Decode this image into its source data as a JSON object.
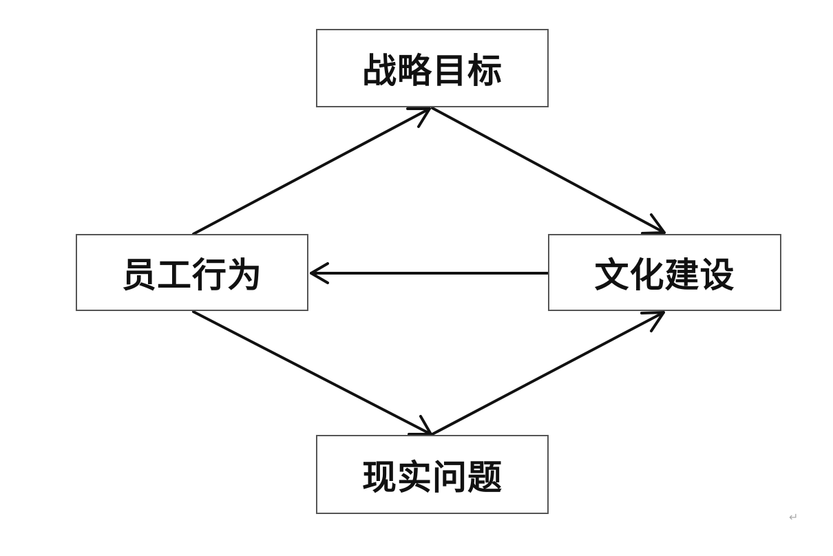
{
  "nodes": {
    "strategy": "战略目标",
    "behavior": "员工行为",
    "culture": "文化建设",
    "reality": "现实问题"
  },
  "edges": [
    {
      "from": "behavior",
      "to": "strategy"
    },
    {
      "from": "strategy",
      "to": "culture"
    },
    {
      "from": "culture",
      "to": "behavior"
    },
    {
      "from": "behavior",
      "to": "reality"
    },
    {
      "from": "reality",
      "to": "culture"
    }
  ],
  "colors": {
    "line": "#111111",
    "border": "#555555",
    "text": "#111111"
  },
  "return_mark": "↵"
}
